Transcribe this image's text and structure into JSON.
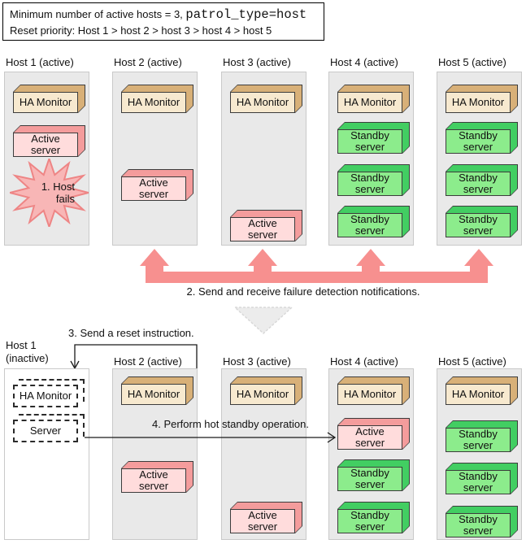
{
  "info_box": {
    "line1_prefix": "Minimum number of active hosts = 3, ",
    "line1_code": "patrol_type=host",
    "line2": "Reset priority: Host 1 > host 2 > host 3 > host 4 > host 5"
  },
  "steps": {
    "host_fails": "1. Host\nfails",
    "notifications": "2. Send and receive failure detection notifications.",
    "reset": "3. Send a reset instruction.",
    "hot_standby": "4. Perform hot standby operation."
  },
  "top_hosts": [
    {
      "label": "Host 1 (active)",
      "boxes": [
        {
          "kind": "ha-monitor",
          "label": "HA Monitor"
        },
        {
          "kind": "active-server",
          "label": "Active\nserver"
        }
      ]
    },
    {
      "label": "Host 2 (active)",
      "boxes": [
        {
          "kind": "ha-monitor",
          "label": "HA Monitor"
        },
        {
          "kind": "active-server",
          "label": "Active\nserver"
        }
      ]
    },
    {
      "label": "Host 3 (active)",
      "boxes": [
        {
          "kind": "ha-monitor",
          "label": "HA Monitor"
        },
        {
          "kind": "active-server",
          "label": "Active\nserver"
        }
      ]
    },
    {
      "label": "Host 4 (active)",
      "boxes": [
        {
          "kind": "ha-monitor",
          "label": "HA Monitor"
        },
        {
          "kind": "standby-server",
          "label": "Standby\nserver"
        },
        {
          "kind": "standby-server",
          "label": "Standby\nserver"
        },
        {
          "kind": "standby-server",
          "label": "Standby\nserver"
        }
      ]
    },
    {
      "label": "Host 5 (active)",
      "boxes": [
        {
          "kind": "ha-monitor",
          "label": "HA Monitor"
        },
        {
          "kind": "standby-server",
          "label": "Standby\nserver"
        },
        {
          "kind": "standby-server",
          "label": "Standby\nserver"
        },
        {
          "kind": "standby-server",
          "label": "Standby\nserver"
        }
      ]
    }
  ],
  "bottom_hosts": [
    {
      "label": "Host 1\n(inactive)",
      "boxes": [
        {
          "kind": "ha-monitor-inactive",
          "label": "HA Monitor"
        },
        {
          "kind": "server-inactive",
          "label": "Server"
        }
      ]
    },
    {
      "label": "Host 2 (active)",
      "boxes": [
        {
          "kind": "ha-monitor",
          "label": "HA Monitor"
        },
        {
          "kind": "active-server",
          "label": "Active\nserver"
        }
      ]
    },
    {
      "label": "Host 3 (active)",
      "boxes": [
        {
          "kind": "ha-monitor",
          "label": "HA Monitor"
        },
        {
          "kind": "active-server",
          "label": "Active\nserver"
        }
      ]
    },
    {
      "label": "Host 4 (active)",
      "boxes": [
        {
          "kind": "ha-monitor",
          "label": "HA Monitor"
        },
        {
          "kind": "active-server",
          "label": "Active\nserver"
        },
        {
          "kind": "standby-server",
          "label": "Standby\nserver"
        },
        {
          "kind": "standby-server",
          "label": "Standby\nserver"
        }
      ]
    },
    {
      "label": "Host 5 (active)",
      "boxes": [
        {
          "kind": "ha-monitor",
          "label": "HA Monitor"
        },
        {
          "kind": "standby-server",
          "label": "Standby\nserver"
        },
        {
          "kind": "standby-server",
          "label": "Standby\nserver"
        },
        {
          "kind": "standby-server",
          "label": "Standby\nserver"
        }
      ]
    }
  ],
  "colors": {
    "ha_monitor_face": "#f7e9cf",
    "ha_monitor_side": "#d8b078",
    "active_server_face": "#ffdcdc",
    "active_server_side": "#f49c9c",
    "standby_server_face": "#8cec8c",
    "standby_server_side": "#42ce62",
    "panel_background": "#e9e9e9",
    "notification_arrow": "#f7908f",
    "failure_star_fill": "#f8b6b6",
    "failure_star_stroke": "#ee8585",
    "transition_triangle": "#ececec"
  }
}
